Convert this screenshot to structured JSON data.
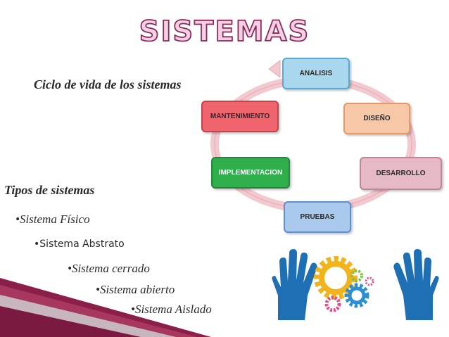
{
  "title": "SISTEMAS",
  "cycle_label": "Ciclo de vida de los sistemas",
  "cycle": {
    "stages": [
      {
        "label": "ANALISIS",
        "color": "#a9d8ee",
        "border": "#5aa9d1"
      },
      {
        "label": "DISEÑO",
        "color": "#f7c8a8",
        "border": "#e3996a"
      },
      {
        "label": "DESARROLLO",
        "color": "#e5b9c5",
        "border": "#c58397"
      },
      {
        "label": "PRUEBAS",
        "color": "#a8c9ec",
        "border": "#5f8fd0"
      },
      {
        "label": "IMPLEMENTACION",
        "color": "#2fae4c",
        "border": "#1f8a38"
      },
      {
        "label": "MANTENIMIENTO",
        "color": "#f0646e",
        "border": "#c7404b"
      }
    ],
    "arrow_color": "#f2c9cf"
  },
  "types_heading": "Tipos de sistemas",
  "types": [
    "•Sistema Físico",
    "•Sistema Abstrato",
    "•Sistema cerrado",
    "•Sistema abierto",
    "•Sistema Aislado"
  ],
  "colors": {
    "title_fill": "#f3d0e6",
    "title_outline": "#8a2a57",
    "accent_maroon": "#8a1f4a",
    "hands": "#1f6fb5"
  },
  "icons": [
    "hands-gears-icon"
  ]
}
